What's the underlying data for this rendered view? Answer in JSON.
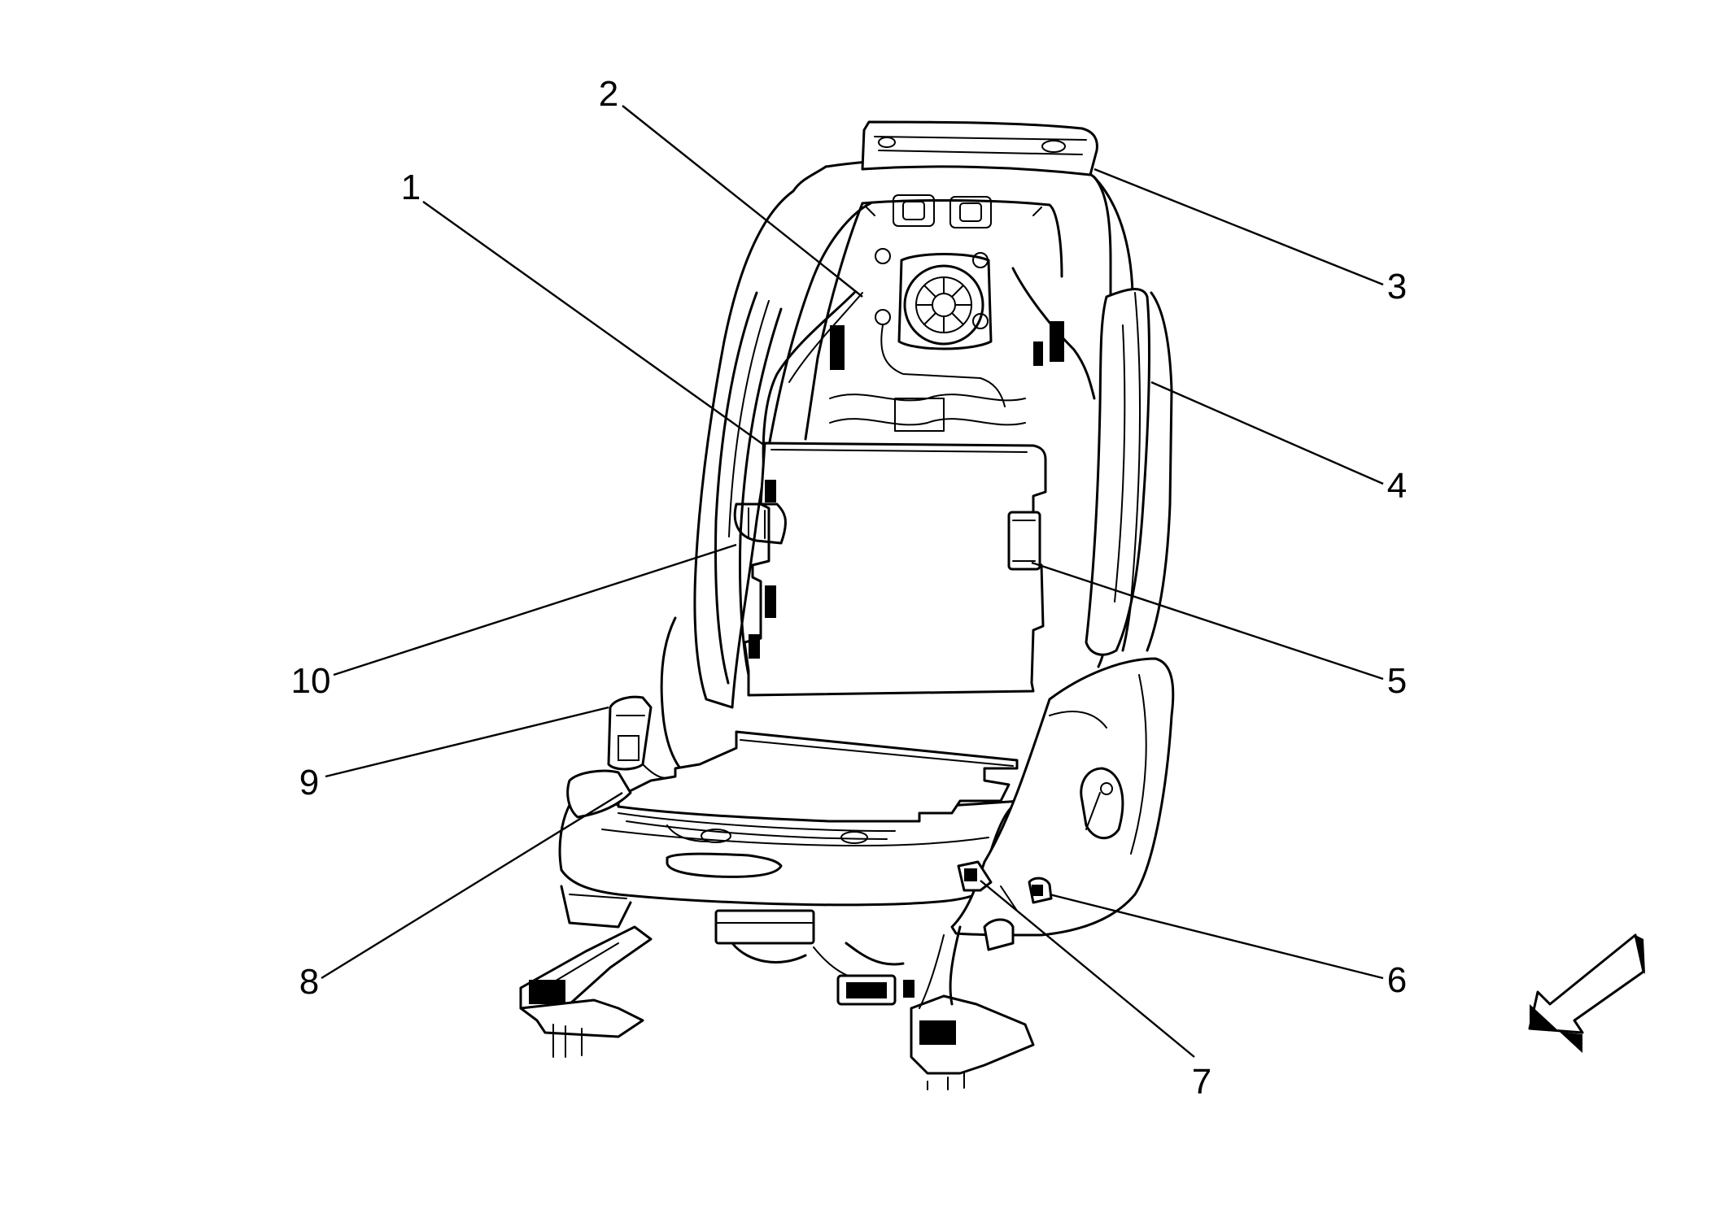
{
  "callouts": [
    {
      "id": "1",
      "text": "1"
    },
    {
      "id": "2",
      "text": "2"
    },
    {
      "id": "3",
      "text": "3"
    },
    {
      "id": "4",
      "text": "4"
    },
    {
      "id": "5",
      "text": "5"
    },
    {
      "id": "6",
      "text": "6"
    },
    {
      "id": "7",
      "text": "7"
    },
    {
      "id": "8",
      "text": "8"
    },
    {
      "id": "9",
      "text": "9"
    },
    {
      "id": "10",
      "text": "10"
    }
  ],
  "icons": {
    "direction": "forward-arrow-icon"
  },
  "colors": {
    "line": "#000000",
    "background": "#ffffff"
  }
}
